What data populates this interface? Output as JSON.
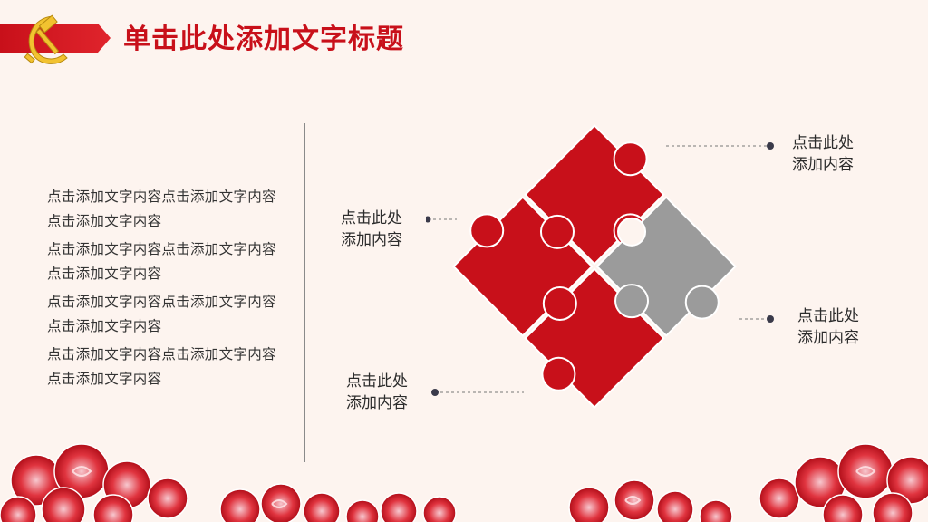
{
  "header": {
    "title": "单击此处添加文字标题",
    "colors": {
      "primary_red": "#c8101a",
      "gold": "#f2c230"
    }
  },
  "body": {
    "paragraphs": [
      "点击添加文字内容点击添加文字内容点击添加文字内容",
      "点击添加文字内容点击添加文字内容点击添加文字内容",
      "点击添加文字内容点击添加文字内容点击添加文字内容",
      "点击添加文字内容点击添加文字内容点击添加文字内容"
    ]
  },
  "callouts": {
    "top_right": "点击此处\n添加内容",
    "left": "点击此处\n添加内容",
    "right": "点击此处\n添加内容",
    "bottom": "点击此处\n添加内容"
  },
  "icons": {
    "emblem": "hammer-sickle-icon"
  }
}
